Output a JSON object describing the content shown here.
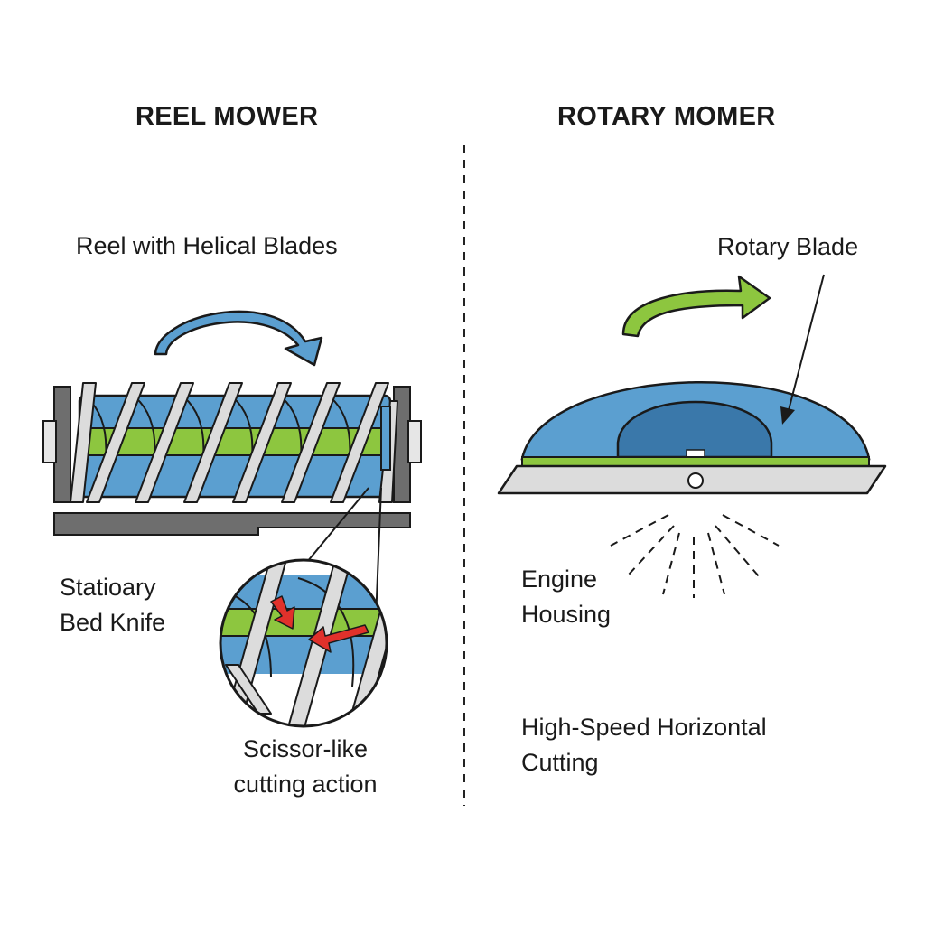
{
  "reel": {
    "title": "REEL MOWER",
    "reel_label": "Reel with Helical Blades",
    "bed_knife_label": [
      "Statioary",
      "Bed Knife"
    ],
    "cutting_action_label": [
      "Scissor-like",
      "cutting action"
    ]
  },
  "rotary": {
    "title": "ROTARY MOMER",
    "blade_label": "Rotary Blade",
    "engine_label": [
      "Engine",
      "Housing"
    ],
    "cutting_label": [
      "High-Speed Horizontal",
      "Cutting"
    ]
  },
  "colors": {
    "blue": "#5b9fd0",
    "dark_blue": "#3a78aa",
    "green": "#8dc63f",
    "steel": "#d9d9d9",
    "dark_steel": "#6e6e6e",
    "red_arrow": "#e0312b"
  }
}
